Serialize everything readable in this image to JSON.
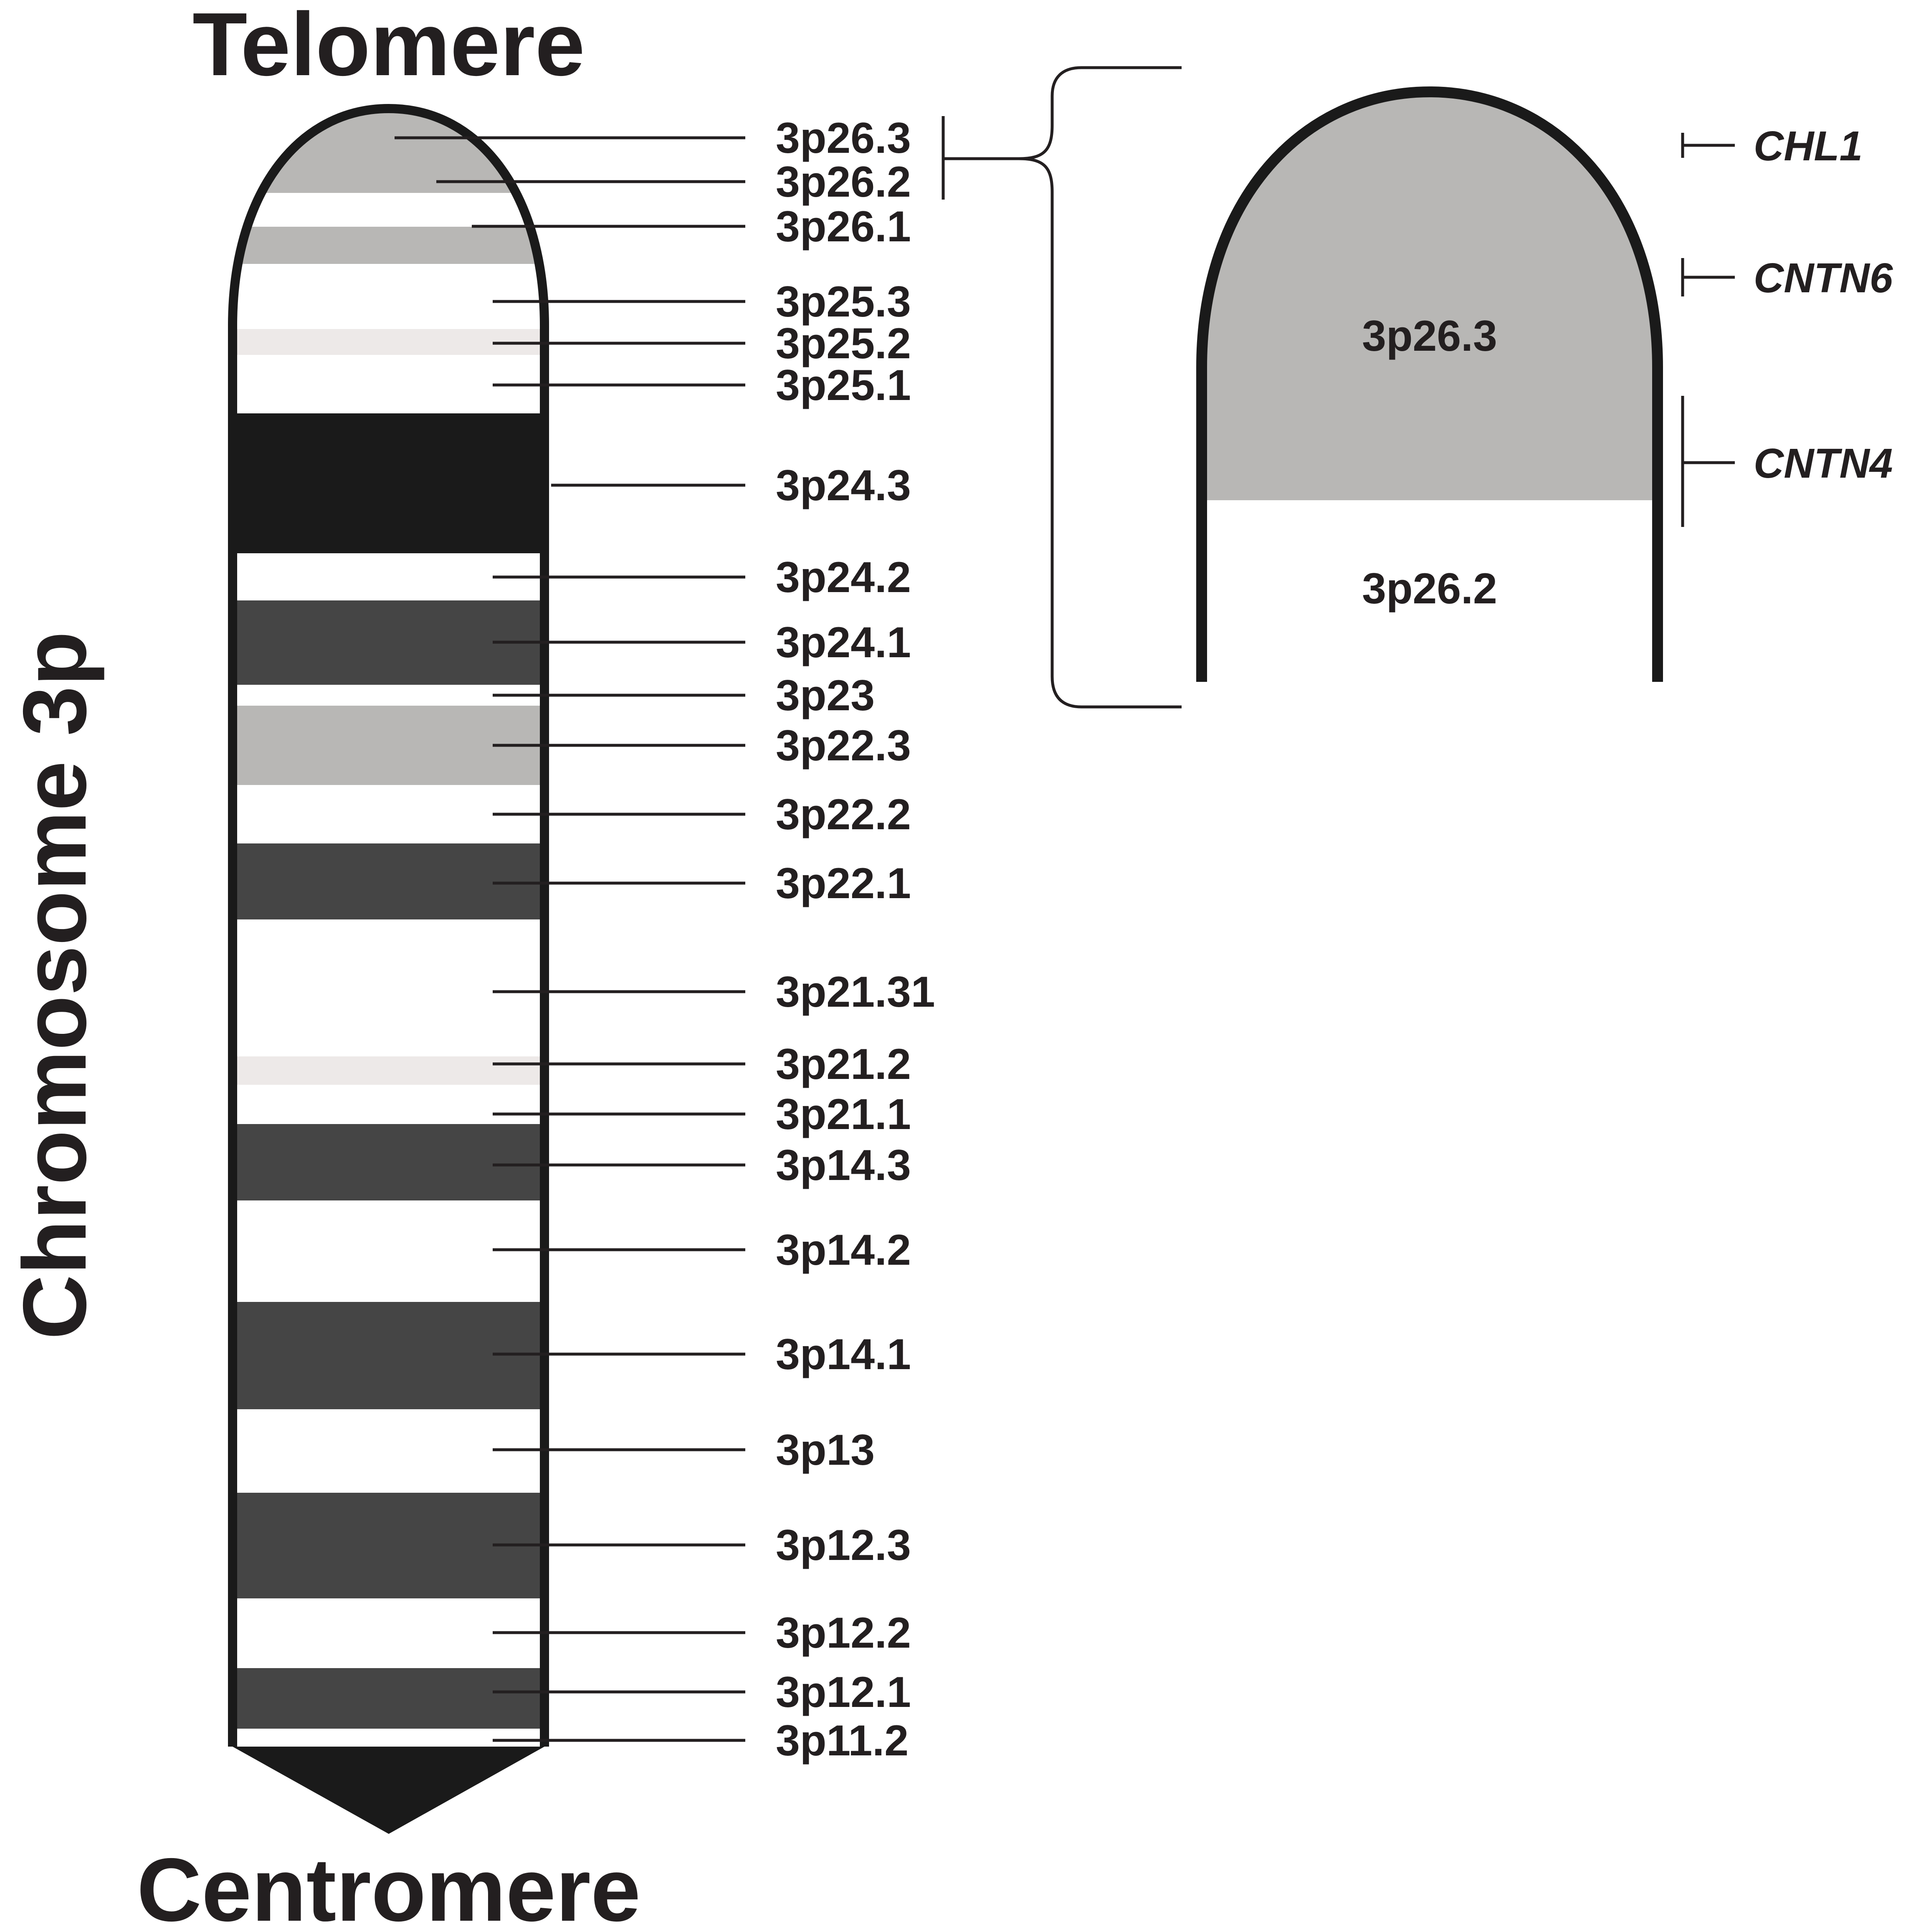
{
  "titles": {
    "top": "Telomere",
    "bottom": "Centromere",
    "side": "Chromosome 3p"
  },
  "colors": {
    "outline": "#1a1a1a",
    "light_gray": "#b8b7b5",
    "very_light": "#ede9e8",
    "dark_gray": "#454545",
    "black": "#1a1a1a",
    "white": "#ffffff",
    "text": "#231f20"
  },
  "bands": [
    {
      "name": "3p26.3",
      "stain": "light_gray"
    },
    {
      "name": "3p26.2",
      "stain": "white"
    },
    {
      "name": "3p26.1",
      "stain": "light_gray"
    },
    {
      "name": "3p25.3",
      "stain": "white"
    },
    {
      "name": "3p25.2",
      "stain": "very_light"
    },
    {
      "name": "3p25.1",
      "stain": "white"
    },
    {
      "name": "3p24.3",
      "stain": "black"
    },
    {
      "name": "3p24.2",
      "stain": "white"
    },
    {
      "name": "3p24.1",
      "stain": "dark_gray"
    },
    {
      "name": "3p23",
      "stain": "white"
    },
    {
      "name": "3p22.3",
      "stain": "light_gray"
    },
    {
      "name": "3p22.2",
      "stain": "white"
    },
    {
      "name": "3p22.1",
      "stain": "dark_gray"
    },
    {
      "name": "3p21.31",
      "stain": "white"
    },
    {
      "name": "3p21.2",
      "stain": "very_light"
    },
    {
      "name": "3p21.1",
      "stain": "white"
    },
    {
      "name": "3p14.3",
      "stain": "dark_gray"
    },
    {
      "name": "3p14.2",
      "stain": "white"
    },
    {
      "name": "3p14.1",
      "stain": "dark_gray"
    },
    {
      "name": "3p13",
      "stain": "white"
    },
    {
      "name": "3p12.3",
      "stain": "dark_gray"
    },
    {
      "name": "3p12.2",
      "stain": "white"
    },
    {
      "name": "3p12.1",
      "stain": "dark_gray"
    },
    {
      "name": "3p11.2",
      "stain": "white"
    }
  ],
  "zoom": {
    "bands": [
      {
        "name": "3p26.3",
        "stain": "light_gray"
      },
      {
        "name": "3p26.2",
        "stain": "white"
      }
    ],
    "genes": [
      "CHL1",
      "CNTN6",
      "CNTN4"
    ]
  }
}
